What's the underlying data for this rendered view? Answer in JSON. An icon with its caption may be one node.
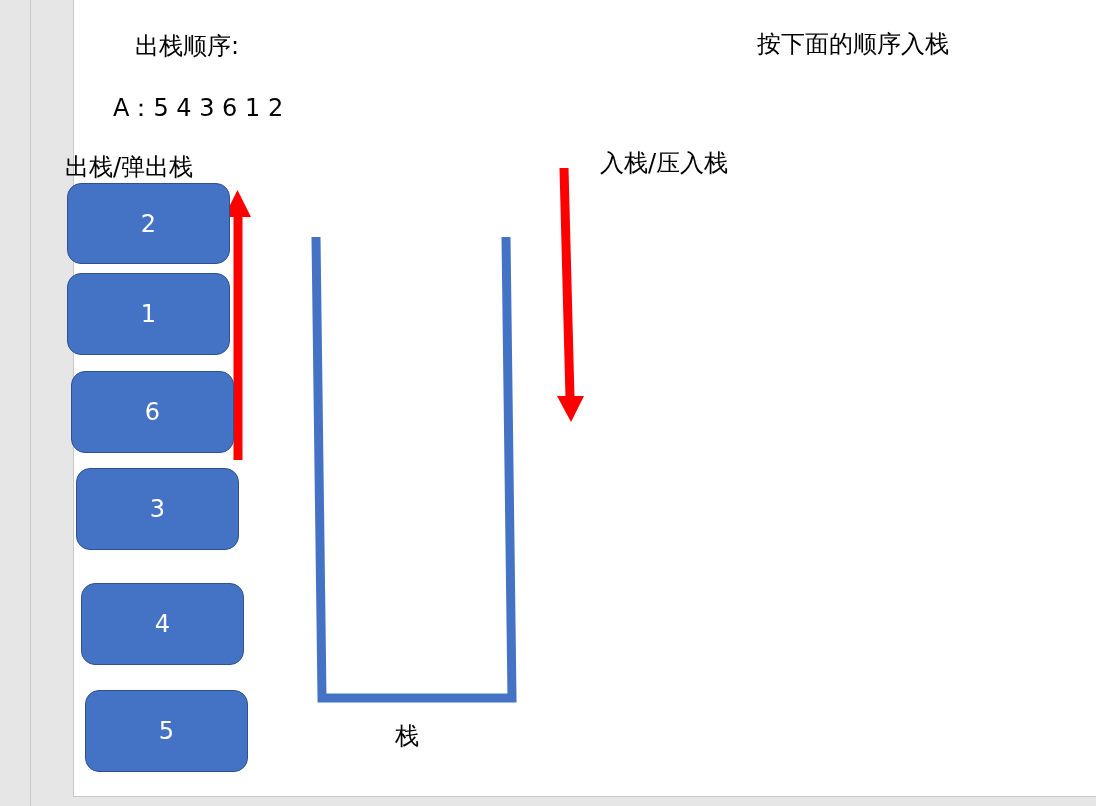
{
  "diagram": {
    "nodes": [
      {
        "text": [
          "2"
        ]
      },
      {
        "text": [
          "1"
        ]
      },
      {
        "text": [
          "6"
        ]
      },
      {
        "text": [
          "3"
        ]
      },
      {
        "text": [
          "4"
        ]
      },
      {
        "text": [
          "5"
        ]
      }
    ],
    "labels": [
      "出栈顺序:",
      "按下面的顺序入栈",
      "A：5 4 3 6 1 2",
      "入栈/压入栈",
      "出栈/弹出栈",
      "栈"
    ]
  }
}
